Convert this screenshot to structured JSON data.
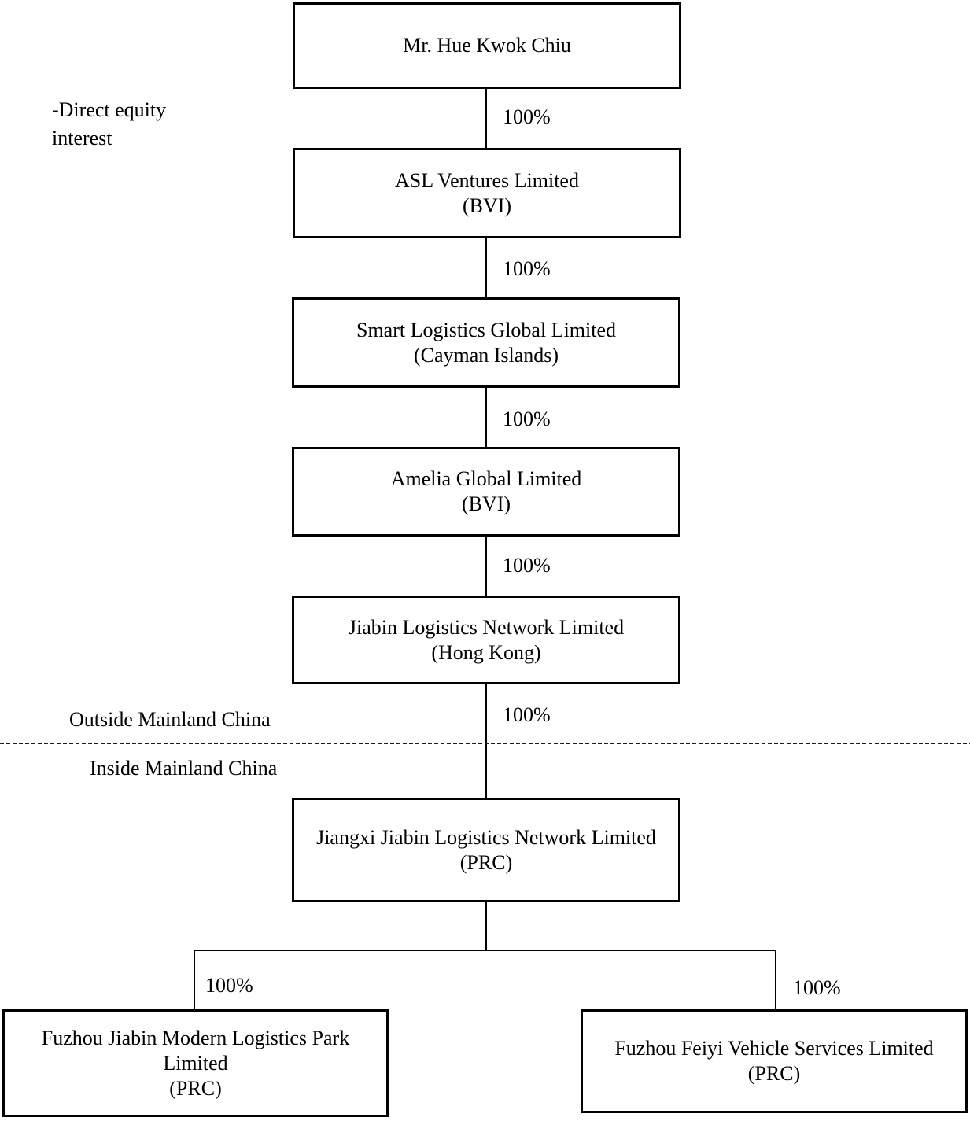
{
  "diagram": {
    "legend_note": "-Direct equity interest",
    "divider_labels": {
      "above": "Outside Mainland China",
      "below": "Inside Mainland China"
    },
    "nodes": [
      {
        "id": "mr-hue-kwok-chiu",
        "lines": [
          "Mr. Hue Kwok Chiu"
        ]
      },
      {
        "id": "asl-ventures",
        "lines": [
          "ASL Ventures Limited",
          "(BVI)"
        ]
      },
      {
        "id": "smart-logistics-global",
        "lines": [
          "Smart Logistics Global Limited",
          "(Cayman Islands)"
        ]
      },
      {
        "id": "amelia-global",
        "lines": [
          "Amelia Global Limited",
          "(BVI)"
        ]
      },
      {
        "id": "jiabin-logistics-network",
        "lines": [
          "Jiabin Logistics Network Limited",
          "(Hong Kong)"
        ]
      },
      {
        "id": "jiangxi-jiabin-logistics",
        "lines": [
          "Jiangxi Jiabin Logistics Network Limited",
          "(PRC)"
        ]
      },
      {
        "id": "fuzhou-jiabin-modern-logistics-park",
        "lines": [
          "Fuzhou Jiabin Modern Logistics Park",
          "Limited",
          "(PRC)"
        ]
      },
      {
        "id": "fuzhou-feiyi-vehicle-services",
        "lines": [
          "Fuzhou Feiyi Vehicle Services Limited",
          "(PRC)"
        ]
      }
    ],
    "edges": [
      {
        "from": "mr-hue-kwok-chiu",
        "to": "asl-ventures",
        "label": "100%"
      },
      {
        "from": "asl-ventures",
        "to": "smart-logistics-global",
        "label": "100%"
      },
      {
        "from": "smart-logistics-global",
        "to": "amelia-global",
        "label": "100%"
      },
      {
        "from": "amelia-global",
        "to": "jiabin-logistics-network",
        "label": "100%"
      },
      {
        "from": "jiabin-logistics-network",
        "to": "jiangxi-jiabin-logistics",
        "label": "100%"
      },
      {
        "from": "jiangxi-jiabin-logistics",
        "to": "fuzhou-jiabin-modern-logistics-park",
        "label": "100%"
      },
      {
        "from": "jiangxi-jiabin-logistics",
        "to": "fuzhou-feiyi-vehicle-services",
        "label": "100%"
      }
    ],
    "colors": {
      "line": "#000000",
      "text": "#000000",
      "background": "#ffffff"
    }
  }
}
